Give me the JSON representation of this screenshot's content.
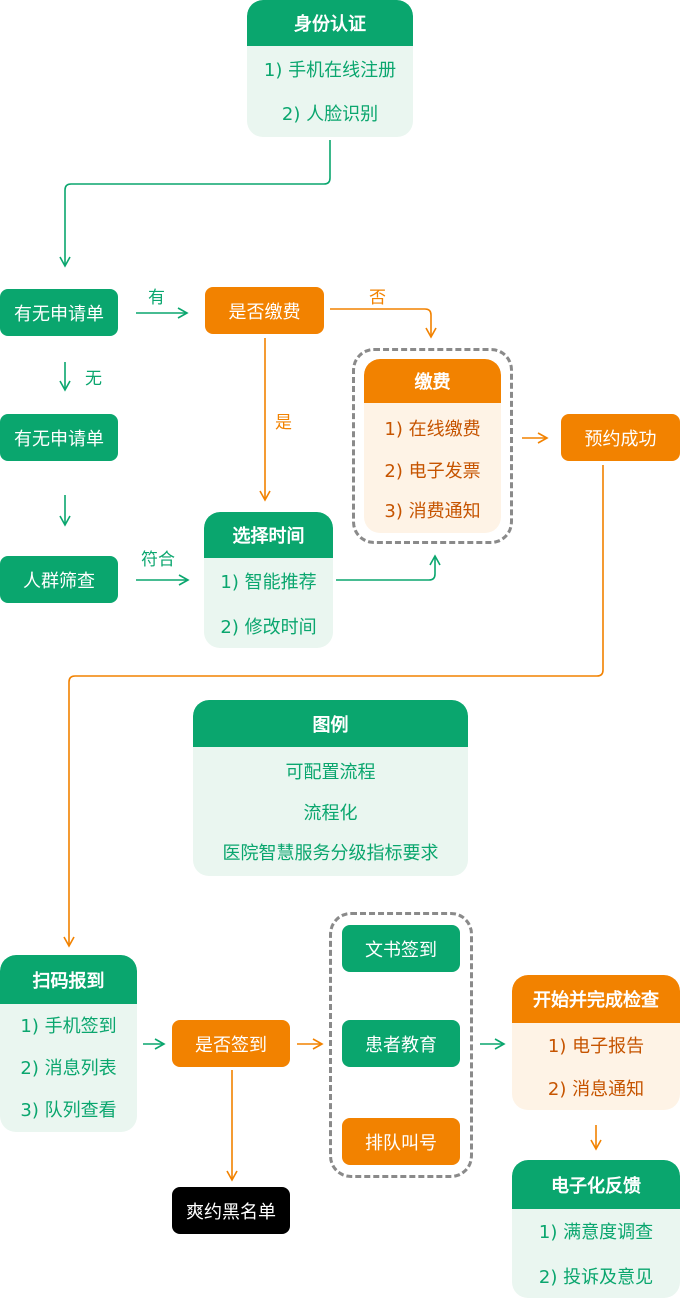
{
  "identity": {
    "title": "身份认证",
    "items": [
      "1) 手机在线注册",
      "2) 人脸识别"
    ]
  },
  "has_application_1": "有无申请单",
  "has_application_2": "有无申请单",
  "crowd_screening": "人群筛查",
  "is_paid": "是否缴费",
  "payment": {
    "title": "缴费",
    "items": [
      "1) 在线缴费",
      "2) 电子发票",
      "3) 消费通知"
    ]
  },
  "select_time": {
    "title": "选择时间",
    "items": [
      "1) 智能推荐",
      "2) 修改时间"
    ]
  },
  "booking_success": "预约成功",
  "legend": {
    "title": "图例",
    "items": [
      "可配置流程",
      "流程化",
      "医院智慧服务分级指标要求"
    ]
  },
  "scan_report": {
    "title": "扫码报到",
    "items": [
      "1) 手机签到",
      "2) 消息列表",
      "3) 队列查看"
    ]
  },
  "is_signed": "是否签到",
  "doc_sign": "文书签到",
  "patient_edu": "患者教育",
  "queue_call": "排队叫号",
  "no_show": "爽约黑名单",
  "exam": {
    "title": "开始并完成检查",
    "items": [
      "1) 电子报告",
      "2) 消息通知"
    ]
  },
  "feedback": {
    "title": "电子化反馈",
    "items": [
      "1) 满意度调查",
      "2) 投诉及意见"
    ]
  },
  "labels": {
    "you": "有",
    "wu": "无",
    "fou": "否",
    "shi": "是",
    "fuhe": "符合"
  },
  "colors": {
    "green": "#0aa66e",
    "orange": "#f28200",
    "light_green": "#eaf6f0",
    "light_orange": "#fef3e6",
    "black": "#000000",
    "dash_gray": "#8a8a8a"
  }
}
